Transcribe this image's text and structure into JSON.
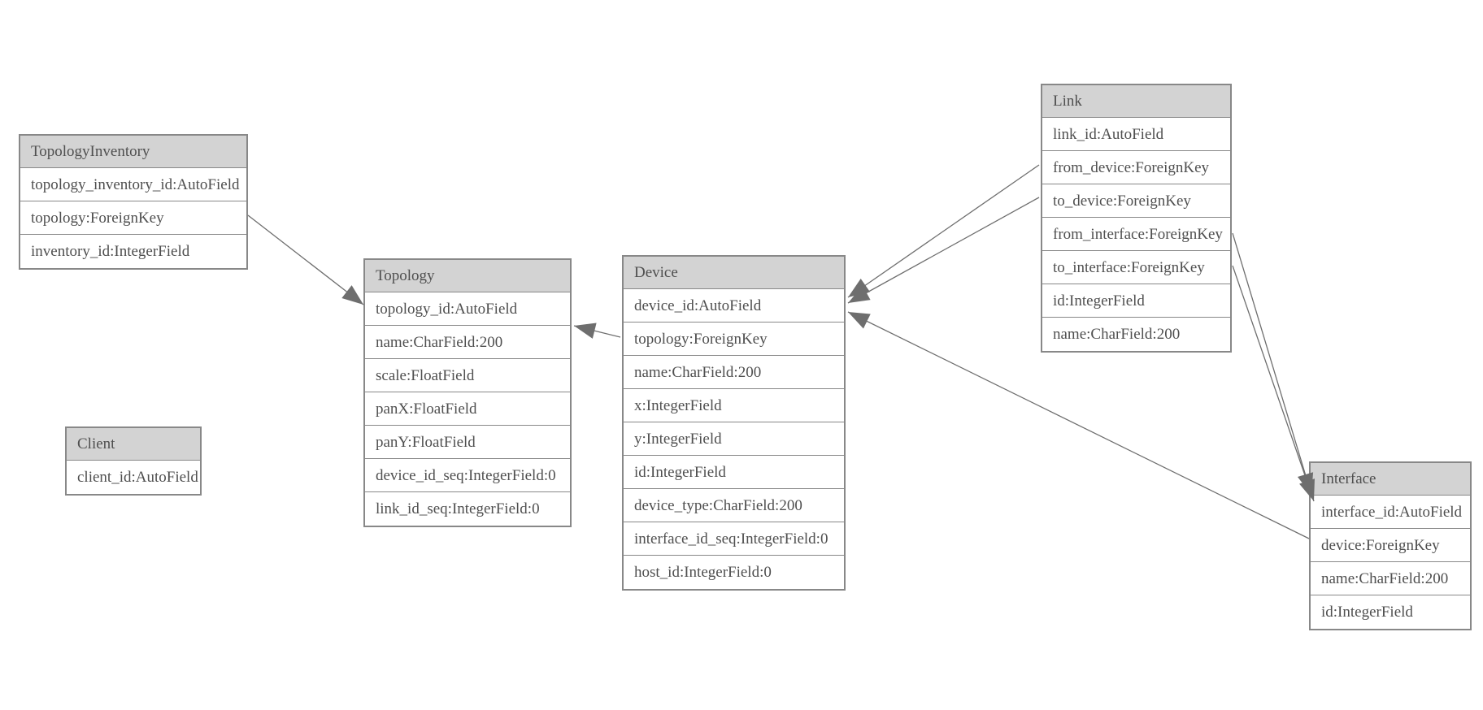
{
  "diagram": {
    "colors": {
      "background": "#ffffff",
      "header_fill": "#d3d3d3",
      "border": "#888888",
      "text": "#4f4f4f",
      "edge": "#6e6e6e"
    },
    "tables": {
      "topology_inventory": {
        "title": "TopologyInventory",
        "rows": [
          "topology_inventory_id:AutoField",
          "topology:ForeignKey",
          "inventory_id:IntegerField"
        ]
      },
      "topology": {
        "title": "Topology",
        "rows": [
          "topology_id:AutoField",
          "name:CharField:200",
          "scale:FloatField",
          "panX:FloatField",
          "panY:FloatField",
          "device_id_seq:IntegerField:0",
          "link_id_seq:IntegerField:0"
        ]
      },
      "client": {
        "title": "Client",
        "rows": [
          "client_id:AutoField"
        ]
      },
      "device": {
        "title": "Device",
        "rows": [
          "device_id:AutoField",
          "topology:ForeignKey",
          "name:CharField:200",
          "x:IntegerField",
          "y:IntegerField",
          "id:IntegerField",
          "device_type:CharField:200",
          "interface_id_seq:IntegerField:0",
          "host_id:IntegerField:0"
        ]
      },
      "link": {
        "title": "Link",
        "rows": [
          "link_id:AutoField",
          "from_device:ForeignKey",
          "to_device:ForeignKey",
          "from_interface:ForeignKey",
          "to_interface:ForeignKey",
          "id:IntegerField",
          "name:CharField:200"
        ]
      },
      "interface": {
        "title": "Interface",
        "rows": [
          "interface_id:AutoField",
          "device:ForeignKey",
          "name:CharField:200",
          "id:IntegerField"
        ]
      }
    },
    "relationships": [
      {
        "from_table": "TopologyInventory",
        "from_field": "topology",
        "to_table": "Topology"
      },
      {
        "from_table": "Device",
        "from_field": "topology",
        "to_table": "Topology"
      },
      {
        "from_table": "Link",
        "from_field": "from_device",
        "to_table": "Device"
      },
      {
        "from_table": "Link",
        "from_field": "to_device",
        "to_table": "Device"
      },
      {
        "from_table": "Link",
        "from_field": "from_interface",
        "to_table": "Interface"
      },
      {
        "from_table": "Link",
        "from_field": "to_interface",
        "to_table": "Interface"
      },
      {
        "from_table": "Interface",
        "from_field": "device",
        "to_table": "Device"
      }
    ]
  }
}
